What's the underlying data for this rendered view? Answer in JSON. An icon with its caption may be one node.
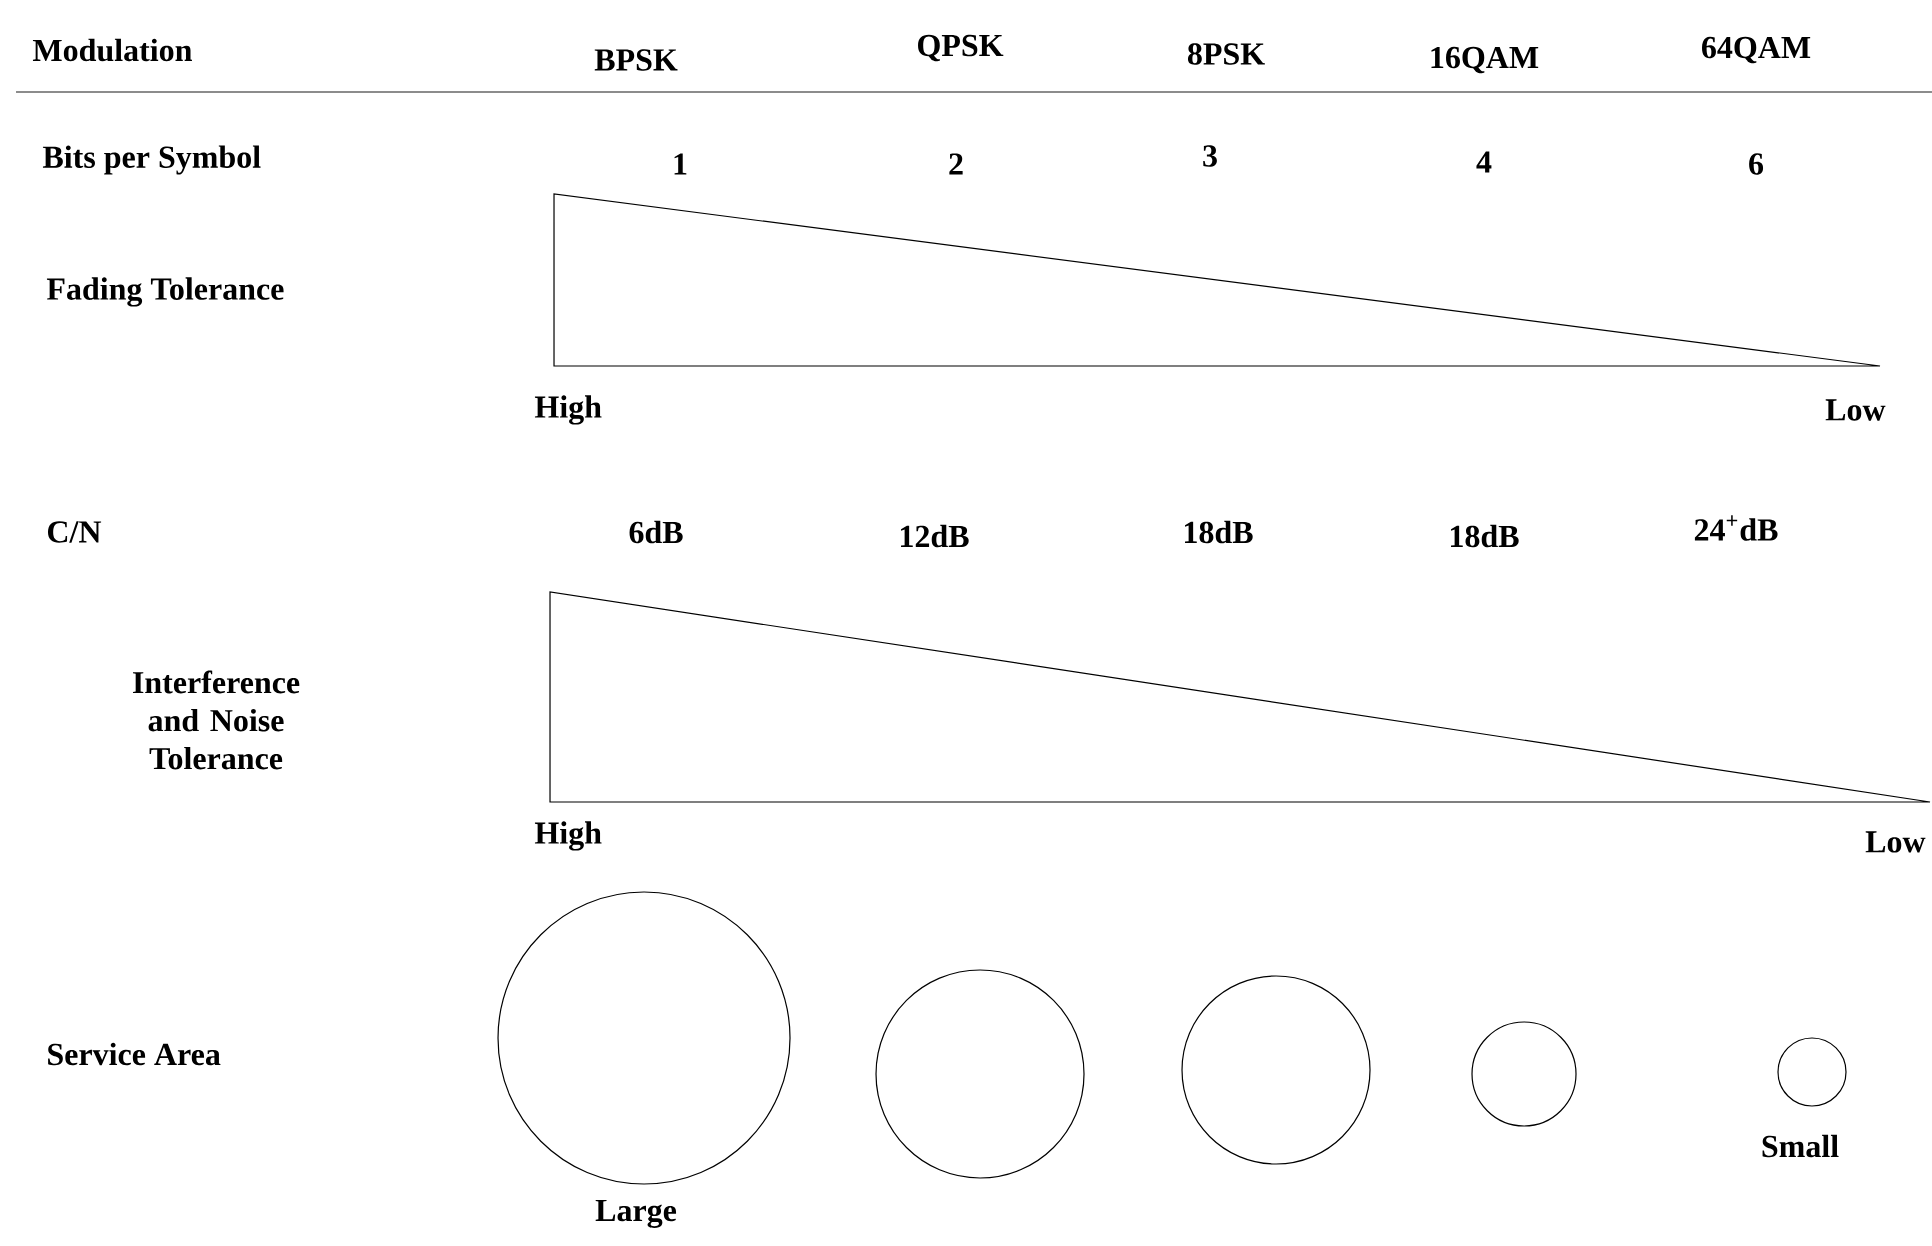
{
  "diagram": {
    "nodes": [
      {
        "text": [],
        "shape": "circle",
        "beside": [
          "Large"
        ]
      },
      {
        "text": [],
        "shape": "circle"
      },
      {
        "text": [],
        "shape": "circle"
      },
      {
        "text": [],
        "shape": "circle"
      },
      {
        "text": [],
        "shape": "circle",
        "beside": [
          "Small"
        ]
      }
    ],
    "labels": [
      "Modulation",
      "BPSK",
      "QPSK",
      "8PSK",
      "16QAM",
      "64QAM",
      "Bits per Symbol",
      "1",
      "2",
      "3",
      "4",
      "6",
      "Fading Tolerance",
      "High",
      "Low",
      "C/N",
      "6dB",
      "12dB",
      "18dB",
      "18dB",
      "24$^{+}$dB",
      "Interference and Noise Tolerance",
      "High",
      "Low",
      "Service Area"
    ]
  }
}
